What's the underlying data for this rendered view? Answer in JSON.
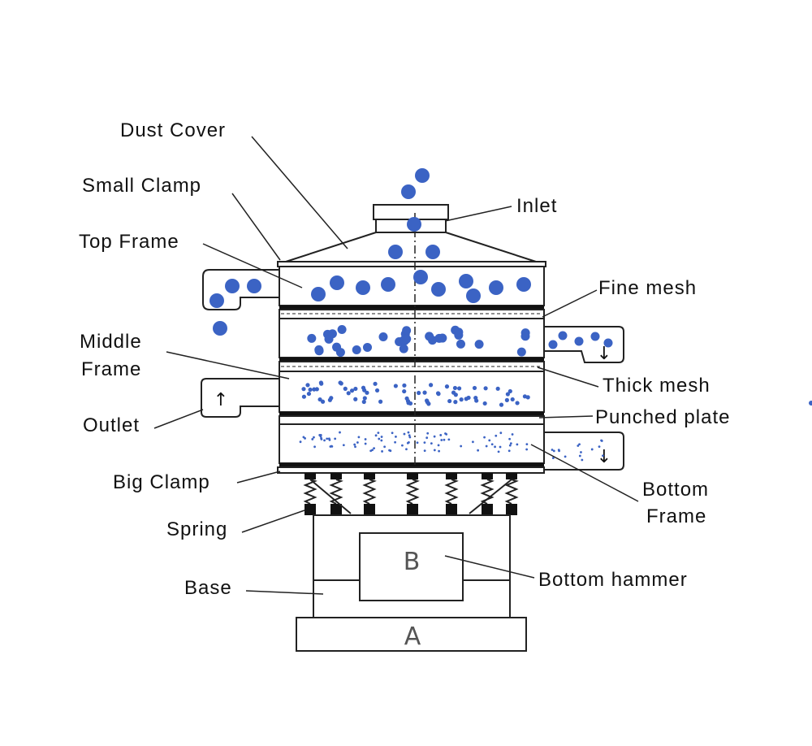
{
  "labels": {
    "dust_cover": "Dust Cover",
    "small_clamp": "Small Clamp",
    "top_frame": "Top Frame",
    "middle_frame_1": "Middle",
    "middle_frame_2": "Frame",
    "outlet": "Outlet",
    "big_clamp": "Big Clamp",
    "spring": "Spring",
    "base": "Base",
    "inlet": "Inlet",
    "fine_mesh": "Fine mesh",
    "thick_mesh": "Thick mesh",
    "punched_plate": "Punched plate",
    "bottom_frame_1": "Bottom",
    "bottom_frame_2": "Frame",
    "bottom_hammer": "Bottom hammer"
  },
  "boxes": {
    "hammer_box": "B",
    "base_box": "A"
  },
  "arrows": {
    "up": "↑",
    "down": "↓"
  },
  "colors": {
    "particle": "#3b63c4",
    "line": "#222222",
    "mesh": "#111111"
  }
}
